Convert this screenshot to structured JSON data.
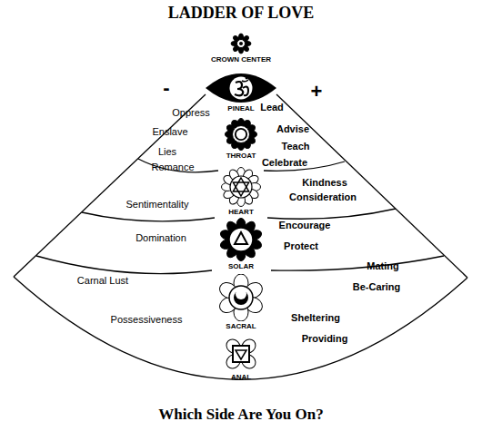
{
  "diagram": {
    "title": "LADDER OF LOVE",
    "caption": "Which Side Are You On?",
    "nodes": [
      {
        "text": [
          "CROWN CENTER"
        ]
      },
      {
        "text": [
          "PINEAL"
        ]
      },
      {
        "text": [
          "THROAT"
        ]
      },
      {
        "text": [
          "HEART"
        ]
      },
      {
        "text": [
          "SOLAR"
        ]
      },
      {
        "text": [
          "SACRAL"
        ]
      },
      {
        "text": [
          "ANAL"
        ]
      }
    ],
    "labels": [
      "-",
      "+",
      "Oppress",
      "Lead",
      "Enslave",
      "Advise",
      "Teach",
      "Lies",
      "Celebrate",
      "Romance",
      "Kindness",
      "Consideration",
      "Sentimentality",
      "Encourage",
      "Domination",
      "Protect",
      "Mating",
      "Carnal Lust",
      "Be-Caring",
      "Possessiveness",
      "Sheltering",
      "Providing"
    ]
  }
}
